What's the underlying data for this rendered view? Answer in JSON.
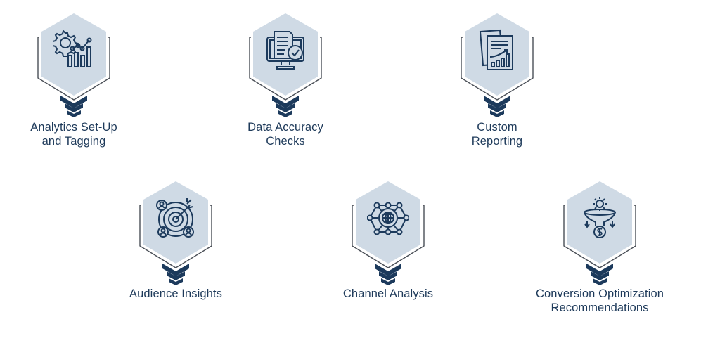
{
  "colors": {
    "hex_fill": "#cfdae5",
    "outline": "#4a4f57",
    "navy": "#1c3a5c",
    "label": "#1e3a5a"
  },
  "items": [
    {
      "label_line1": "Analytics Set-Up",
      "label_line2": "and Tagging",
      "icon": "gear-chart-icon"
    },
    {
      "label_line1": "Data Accuracy",
      "label_line2": "Checks",
      "icon": "monitor-document-check-icon"
    },
    {
      "label_line1": "Custom",
      "label_line2": "Reporting",
      "icon": "report-growth-icon"
    },
    {
      "label_line1": "Audience Insights",
      "label_line2": "",
      "icon": "target-audience-icon"
    },
    {
      "label_line1": "Channel Analysis",
      "label_line2": "",
      "icon": "network-globe-icon"
    },
    {
      "label_line1": "Conversion Optimization",
      "label_line2": "Recommendations",
      "icon": "funnel-dollar-icon"
    }
  ]
}
